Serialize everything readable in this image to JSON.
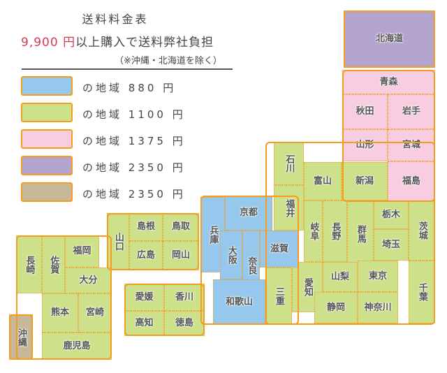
{
  "header": {
    "title": "送料料金表",
    "free_amount": "9,900 円",
    "free_text": "以上購入で送料弊社負担",
    "note": "（※沖縄・北海道を除く）"
  },
  "colors": {
    "blue": "#95c8ec",
    "green": "#cde08a",
    "pink": "#f8cde0",
    "purple": "#b4a5cf",
    "tan": "#c8b89a",
    "border": "#f39c1e"
  },
  "legend": [
    {
      "zone": "blue",
      "label": "の地域",
      "price": "880 円"
    },
    {
      "zone": "green",
      "label": "の地域",
      "price": "1100 円"
    },
    {
      "zone": "pink",
      "label": "の地域",
      "price": "1375 円"
    },
    {
      "zone": "purple",
      "label": "の地域",
      "price": "2350 円"
    },
    {
      "zone": "tan",
      "label": "の地域",
      "price": "2350 円"
    }
  ],
  "prefectures": [
    {
      "name": "北海道",
      "zone": "purple"
    },
    {
      "name": "青森",
      "zone": "pink"
    },
    {
      "name": "秋田",
      "zone": "pink"
    },
    {
      "name": "岩手",
      "zone": "pink"
    },
    {
      "name": "山形",
      "zone": "pink"
    },
    {
      "name": "宮城",
      "zone": "pink"
    },
    {
      "name": "福島",
      "zone": "pink"
    },
    {
      "name": "石川",
      "zone": "green"
    },
    {
      "name": "富山",
      "zone": "green"
    },
    {
      "name": "新潟",
      "zone": "green"
    },
    {
      "name": "福井",
      "zone": "green"
    },
    {
      "name": "岐阜",
      "zone": "green"
    },
    {
      "name": "長野",
      "zone": "green"
    },
    {
      "name": "群馬",
      "zone": "green"
    },
    {
      "name": "栃木",
      "zone": "green"
    },
    {
      "name": "埼玉",
      "zone": "green"
    },
    {
      "name": "茨城",
      "zone": "green"
    },
    {
      "name": "愛知",
      "zone": "green"
    },
    {
      "name": "山梨",
      "zone": "green"
    },
    {
      "name": "東京",
      "zone": "green"
    },
    {
      "name": "千葉",
      "zone": "green"
    },
    {
      "name": "静岡",
      "zone": "green"
    },
    {
      "name": "神奈川",
      "zone": "green"
    },
    {
      "name": "三重",
      "zone": "green"
    },
    {
      "name": "京都",
      "zone": "blue"
    },
    {
      "name": "兵庫",
      "zone": "blue"
    },
    {
      "name": "大阪",
      "zone": "blue"
    },
    {
      "name": "奈良",
      "zone": "blue"
    },
    {
      "name": "滋賀",
      "zone": "blue"
    },
    {
      "name": "和歌山",
      "zone": "blue"
    },
    {
      "name": "山口",
      "zone": "green"
    },
    {
      "name": "島根",
      "zone": "green"
    },
    {
      "name": "鳥取",
      "zone": "green"
    },
    {
      "name": "広島",
      "zone": "green"
    },
    {
      "name": "岡山",
      "zone": "green"
    },
    {
      "name": "愛媛",
      "zone": "green"
    },
    {
      "name": "香川",
      "zone": "green"
    },
    {
      "name": "高知",
      "zone": "green"
    },
    {
      "name": "徳島",
      "zone": "green"
    },
    {
      "name": "長崎",
      "zone": "green"
    },
    {
      "name": "佐賀",
      "zone": "green"
    },
    {
      "name": "福岡",
      "zone": "green"
    },
    {
      "name": "大分",
      "zone": "green"
    },
    {
      "name": "熊本",
      "zone": "green"
    },
    {
      "name": "宮崎",
      "zone": "green"
    },
    {
      "name": "鹿児島",
      "zone": "green"
    },
    {
      "name": "沖縄",
      "zone": "tan"
    }
  ]
}
